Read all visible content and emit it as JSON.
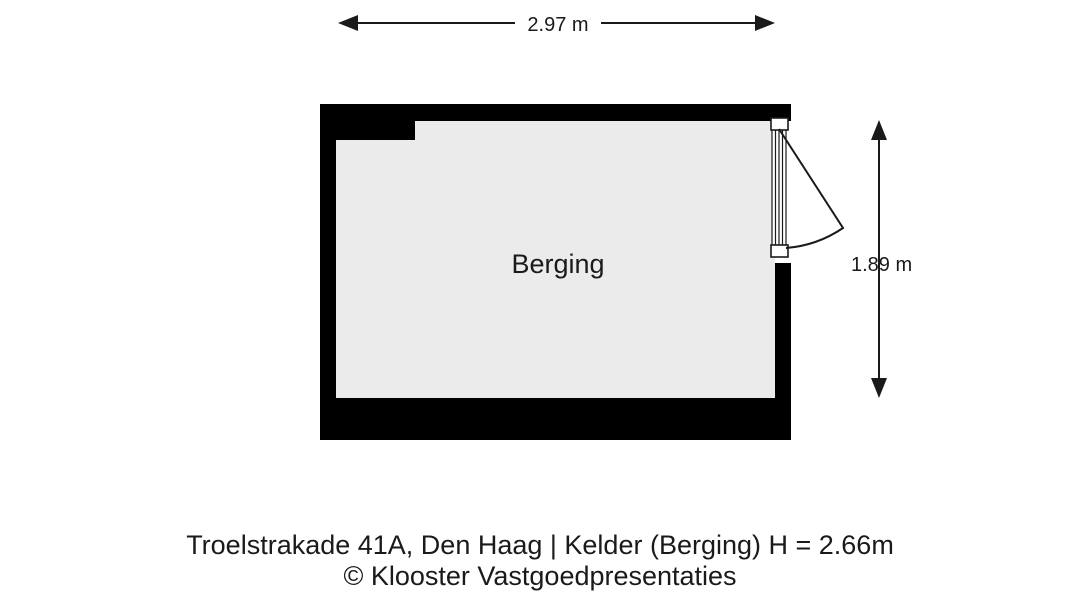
{
  "plan": {
    "room": {
      "label": "Berging"
    },
    "dimensions": {
      "width_label": "2.97 m",
      "height_label": "1.89 m"
    },
    "door": {
      "name": "door-right-wall",
      "swing": "outward-right"
    },
    "colors": {
      "wall": "#000000",
      "floor": "#ebebeb",
      "background": "#ffffff",
      "ink": "#1a1a1a"
    }
  },
  "caption": {
    "line1": "Troelstrakade 41A, Den Haag | Kelder (Berging) H = 2.66m",
    "line2": "© Klooster Vastgoedpresentaties"
  }
}
